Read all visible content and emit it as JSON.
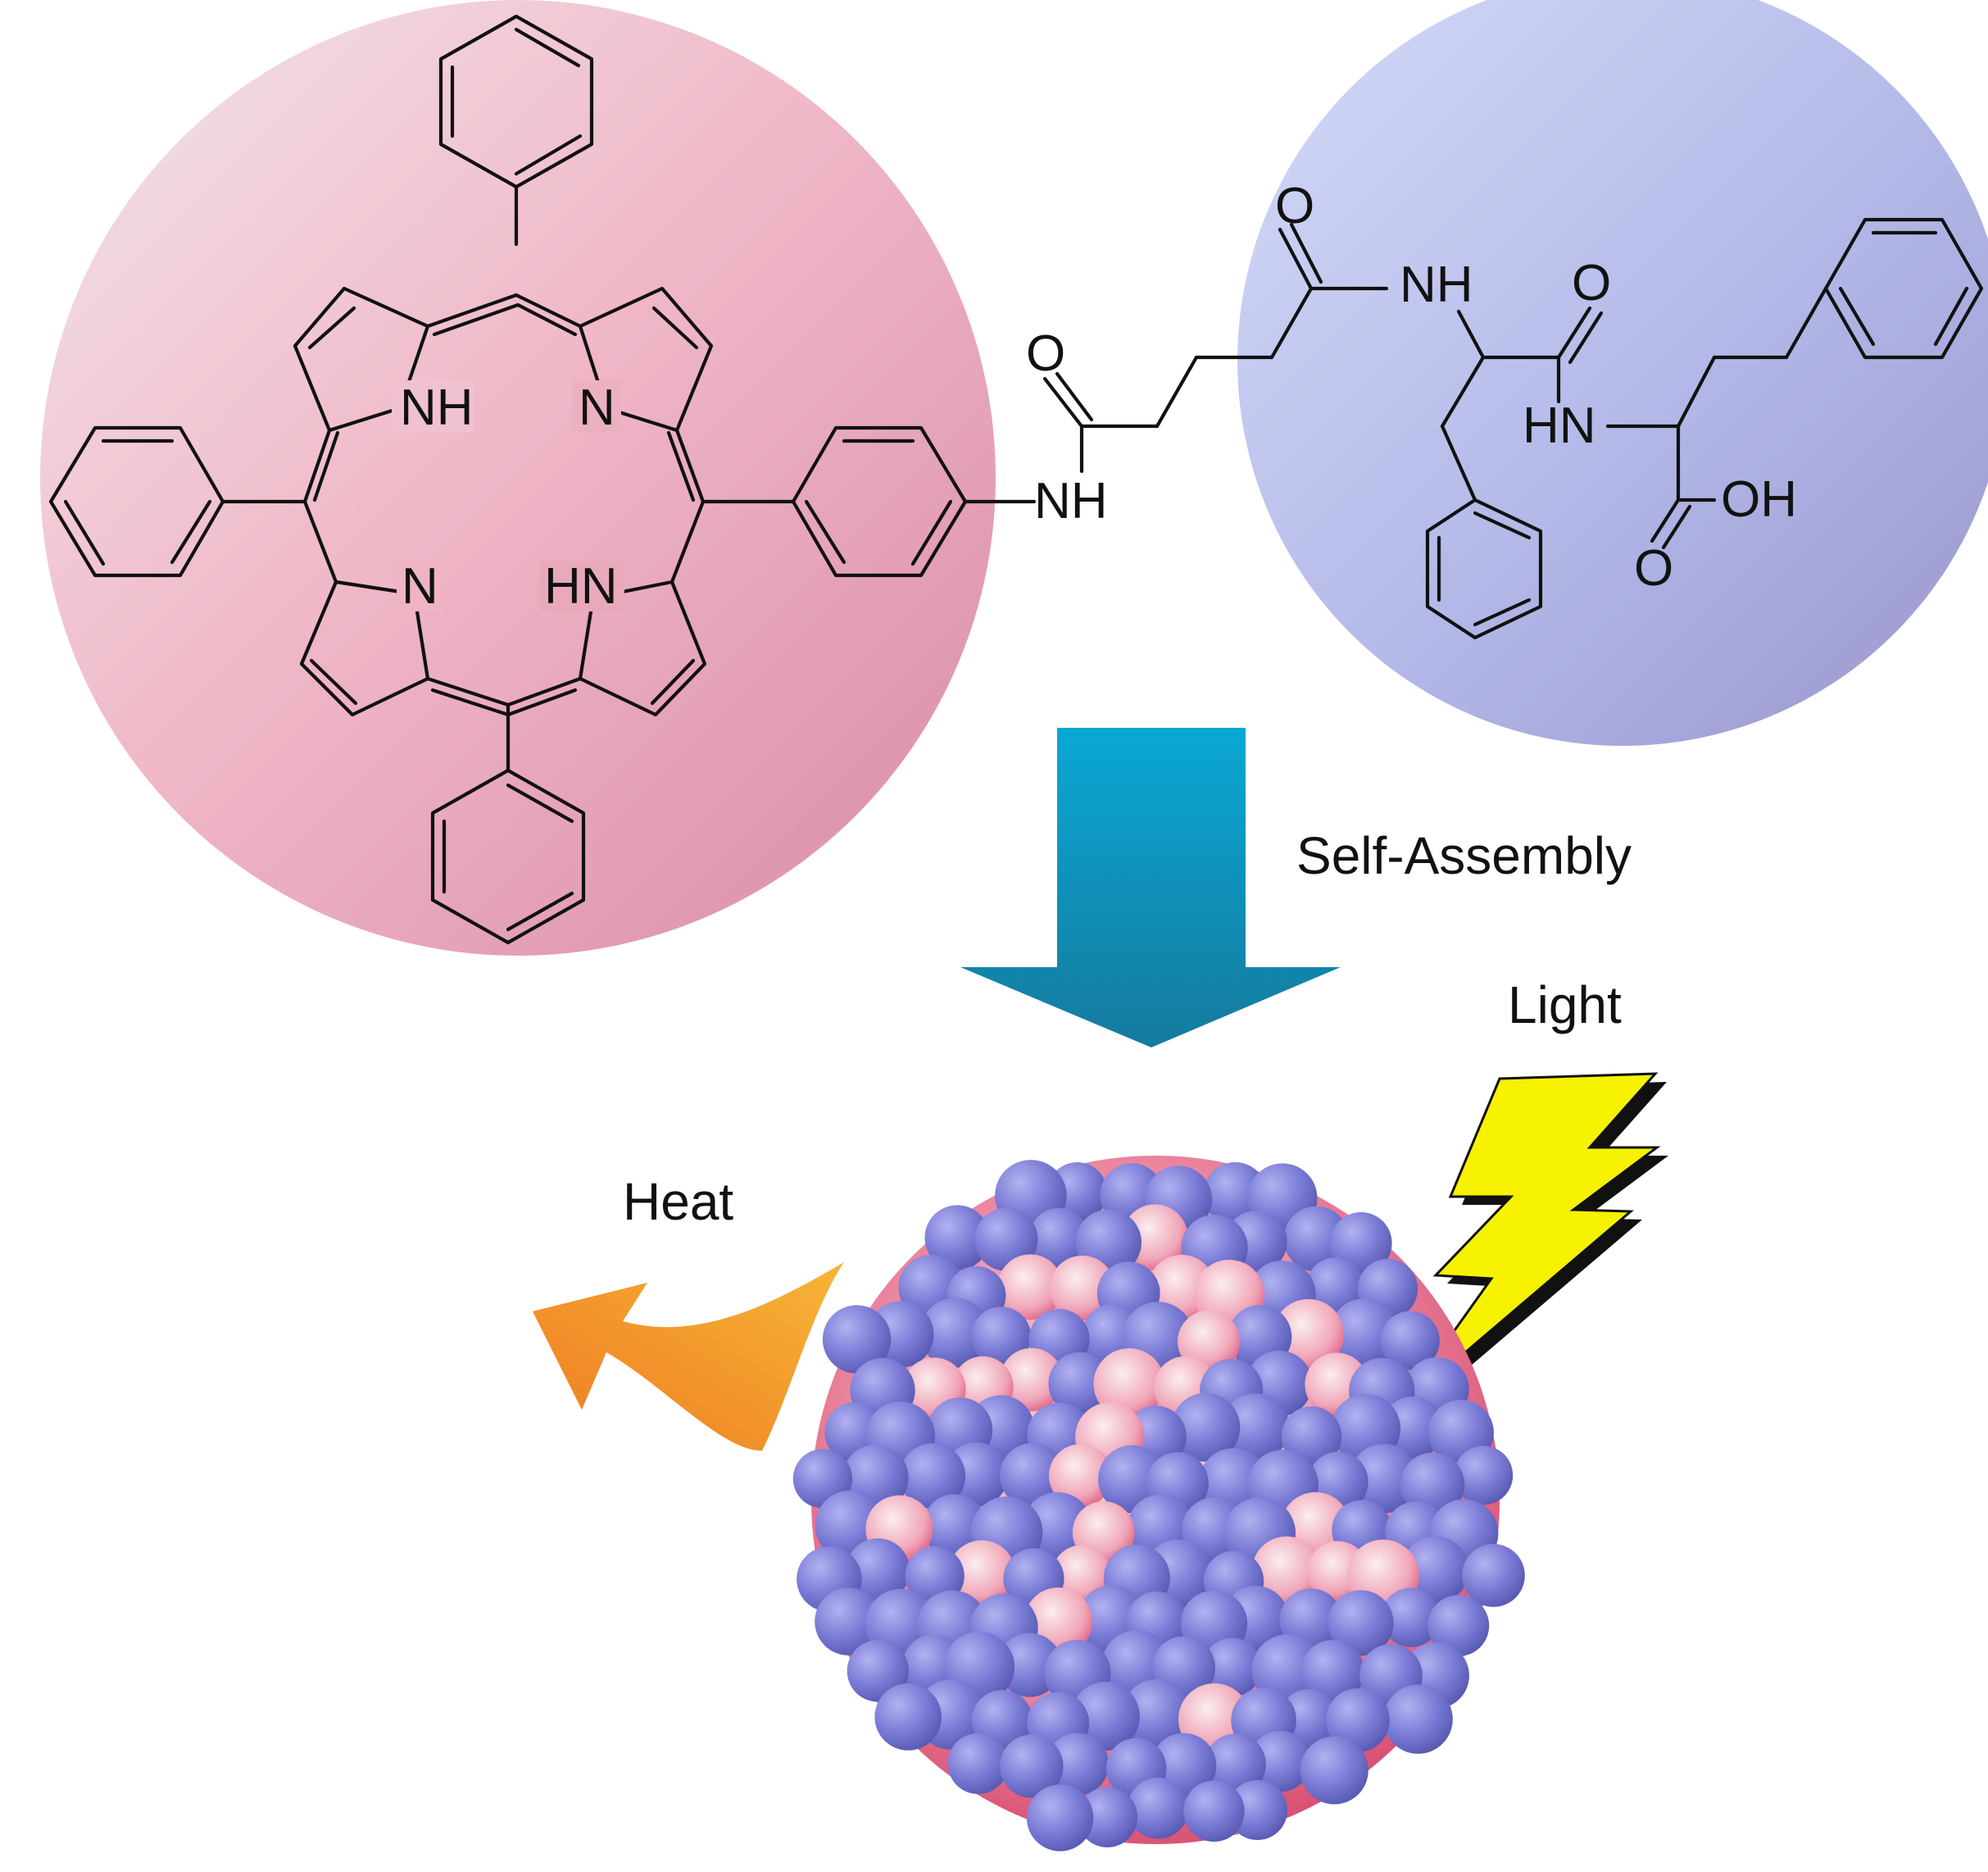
{
  "labels": {
    "process": "Self-Assembly",
    "stimulus": "Light",
    "output": "Heat"
  },
  "atoms": {
    "nh_top_left": "NH",
    "n_top_right": "N",
    "n_bottom_left": "N",
    "hn_bottom_right": "HN",
    "amide_nh": "NH",
    "amide_o1": "O",
    "amide_o2": "O",
    "peptide_nh": "NH",
    "peptide_o": "O",
    "peptide_hn": "HN",
    "acid_oh": "OH",
    "acid_o": "O"
  },
  "colors": {
    "porphyrin_domain": "#e8a3b7",
    "peptide_domain": "#b2b6e6",
    "arrow": "#1f8db5",
    "heat_arrow": "#f08a2a",
    "lightning": "#f6f200",
    "sphere_blue": "#7f7fd6",
    "core_pink": "#e24d6f"
  },
  "icons": {
    "assembly_arrow": "down-arrow-icon",
    "light": "lightning-bolt-icon",
    "heat": "curved-arrow-icon"
  }
}
